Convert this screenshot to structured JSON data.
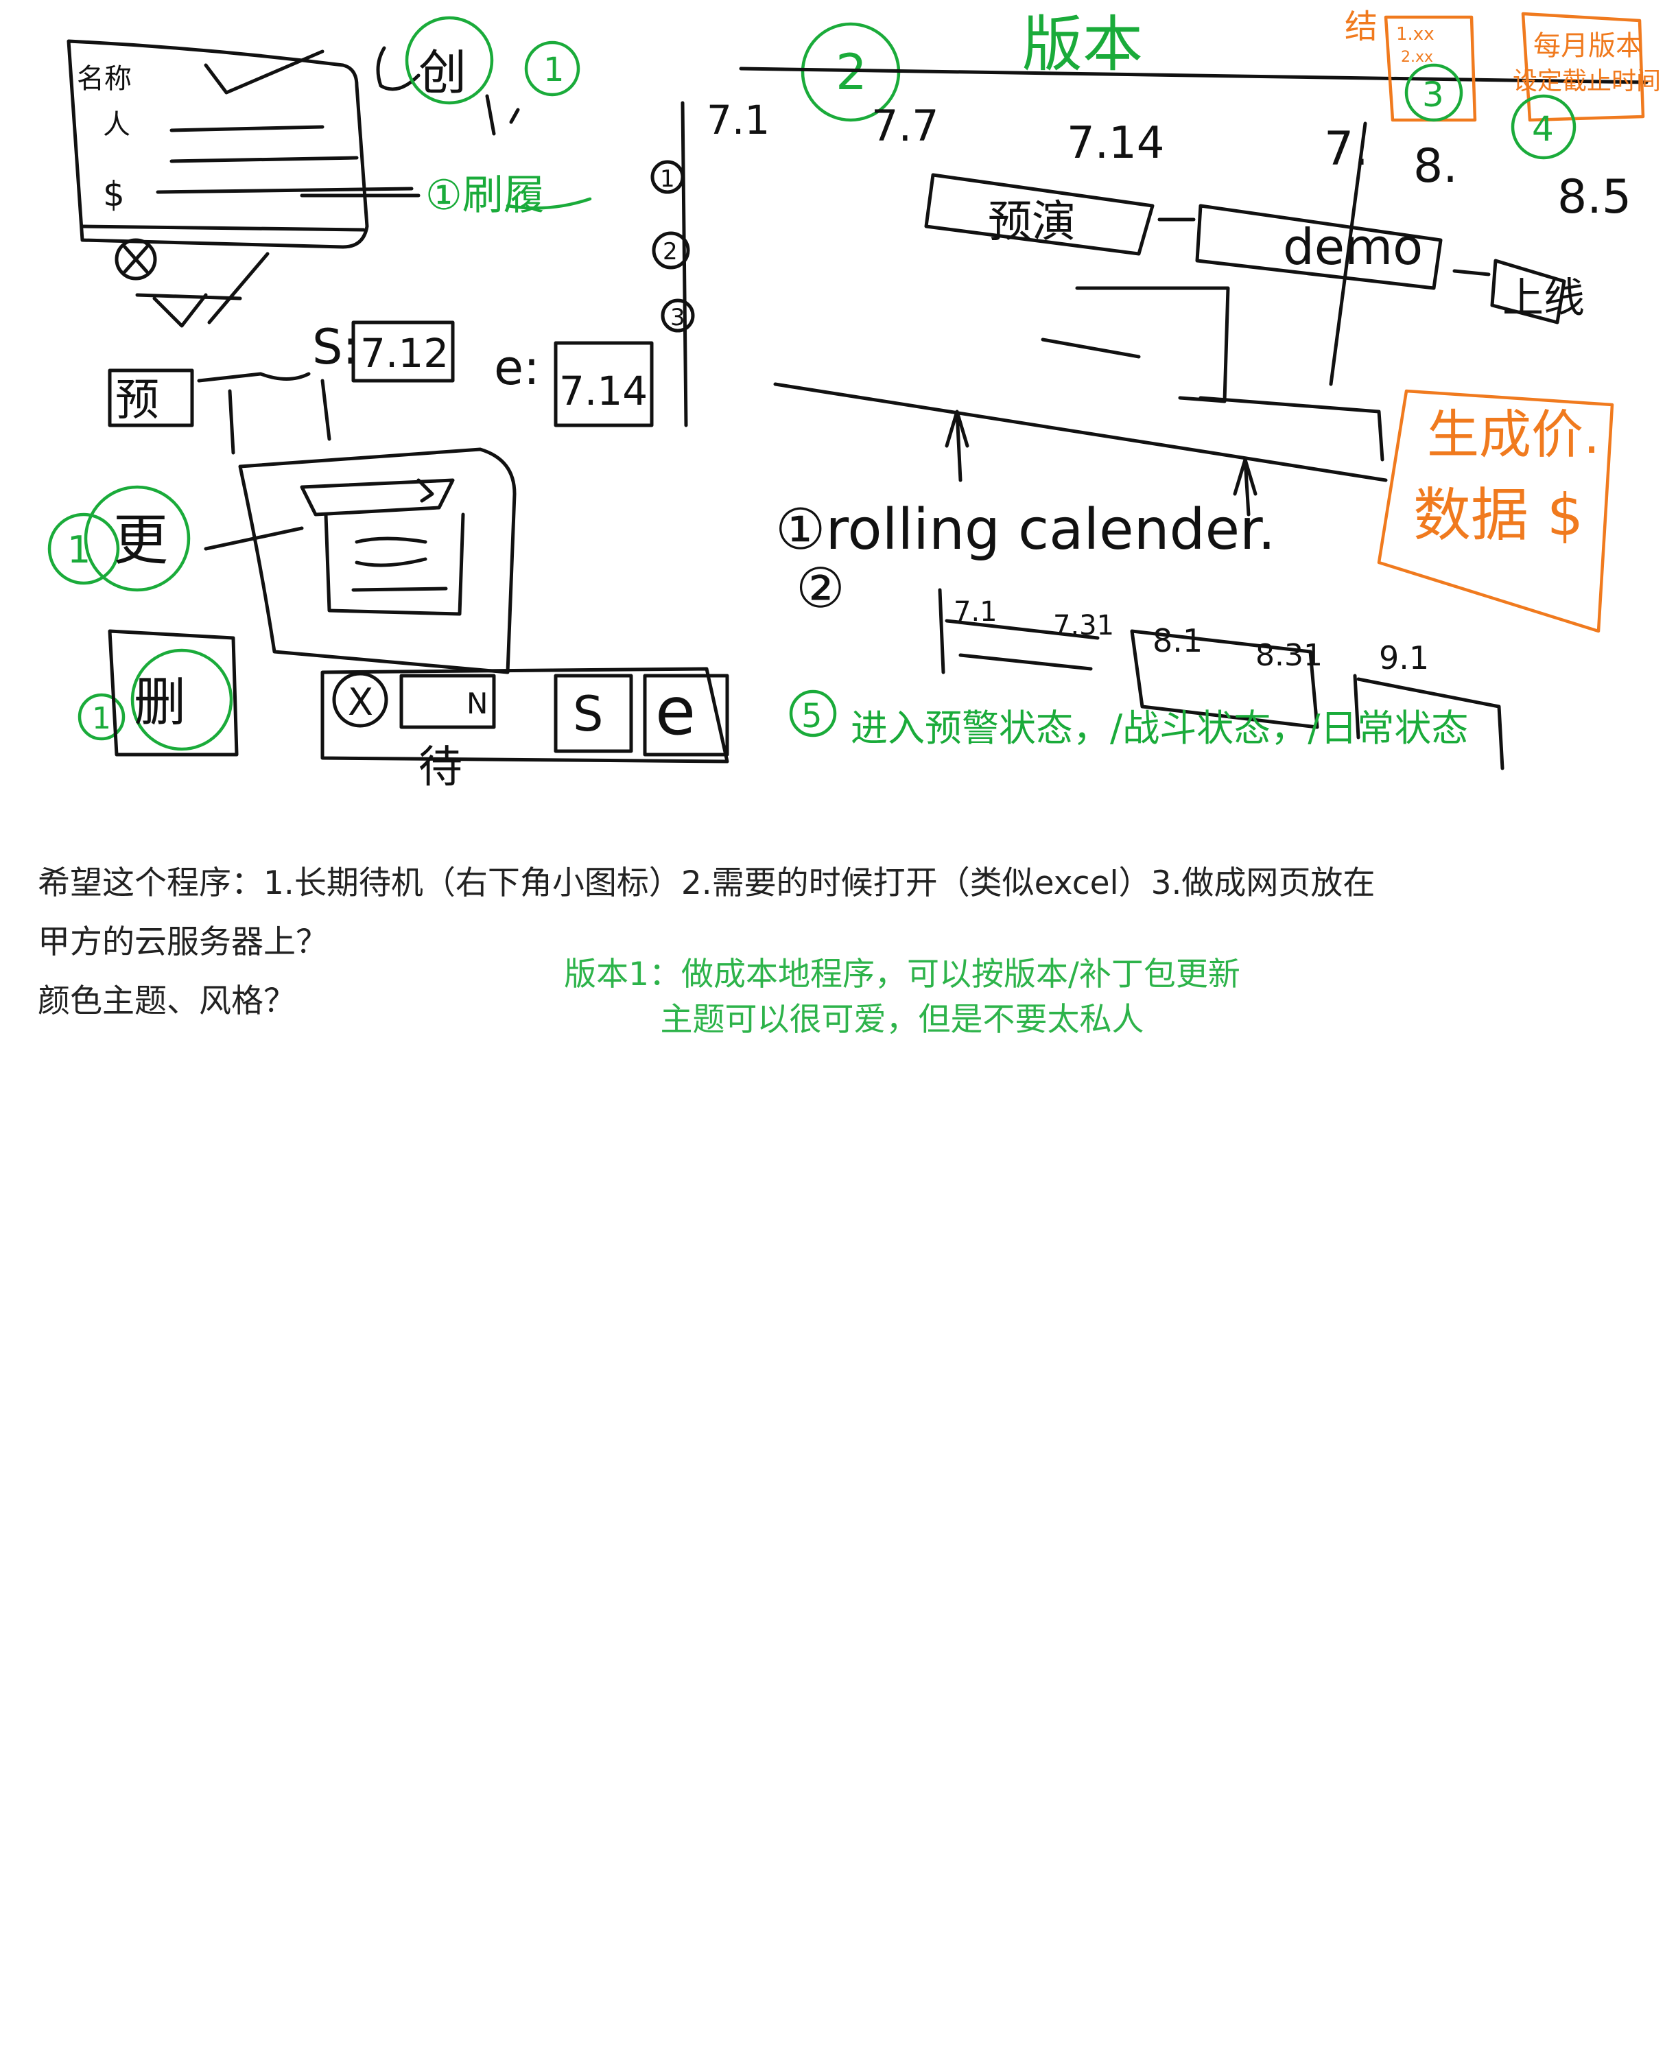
{
  "sketch": {
    "left_panel": {
      "create_label": "创",
      "marker_1": "1",
      "list_rows": [
        "名称",
        "人",
        "$"
      ],
      "memo_note": "①刷履",
      "preview_label": "预",
      "start_prefix": "S:",
      "start_date": "7.12",
      "end_prefix": "e:",
      "end_date": "7.14",
      "edit_label": "更",
      "edit_marker": "1",
      "delete_label": "删",
      "delete_marker": "1",
      "x_button": "X",
      "n_button": "N",
      "s_button": "S",
      "e_button": "e",
      "wait_label": "待"
    },
    "timeline": {
      "version_label": "版本",
      "marker_2": "2",
      "dates": [
        "7.1",
        "7.7",
        "7.14",
        "7.",
        "8.",
        "8.5"
      ],
      "row_numbers": [
        "1",
        "2",
        "3"
      ],
      "task_bar_1": "预演",
      "task_bar_2": "demo",
      "task_bar_3": "上线",
      "rolling_note": "①rolling calender.",
      "rolling_option_2": "②",
      "calendar_chunks": [
        {
          "start": "7.1",
          "end": "7.31"
        },
        {
          "start": "8.1",
          "end": "8.31"
        },
        {
          "start": "9.1",
          "end": ""
        }
      ],
      "status_marker": "5",
      "status_note": "进入预警状态，/战斗状态，/日常状态"
    },
    "top_right": {
      "corner_text": "结",
      "marker_3": "3",
      "marker_3_values": [
        "1.xx",
        "2.xx"
      ],
      "marker_4": "4",
      "marker_4_note_1": "每月版本",
      "marker_4_note_2": "设定截止时间",
      "generate_note_1": "生成价.",
      "generate_note_2": "数据 $"
    }
  },
  "notes": {
    "line1": "希望这个程序：1.长期待机（右下角小图标）2.需要的时候打开（类似excel）3.做成网页放在",
    "line2": "甲方的云服务器上？",
    "line3": "颜色主题、风格？",
    "green_line1": "版本1：做成本地程序，可以按版本/补丁包更新",
    "green_line2": "主题可以很可爱，但是不要太私人"
  },
  "colors": {
    "ink": "#111111",
    "green": "#1aab3a",
    "orange": "#f07a1e",
    "note_text": "#222222",
    "note_green": "#2db34a"
  }
}
